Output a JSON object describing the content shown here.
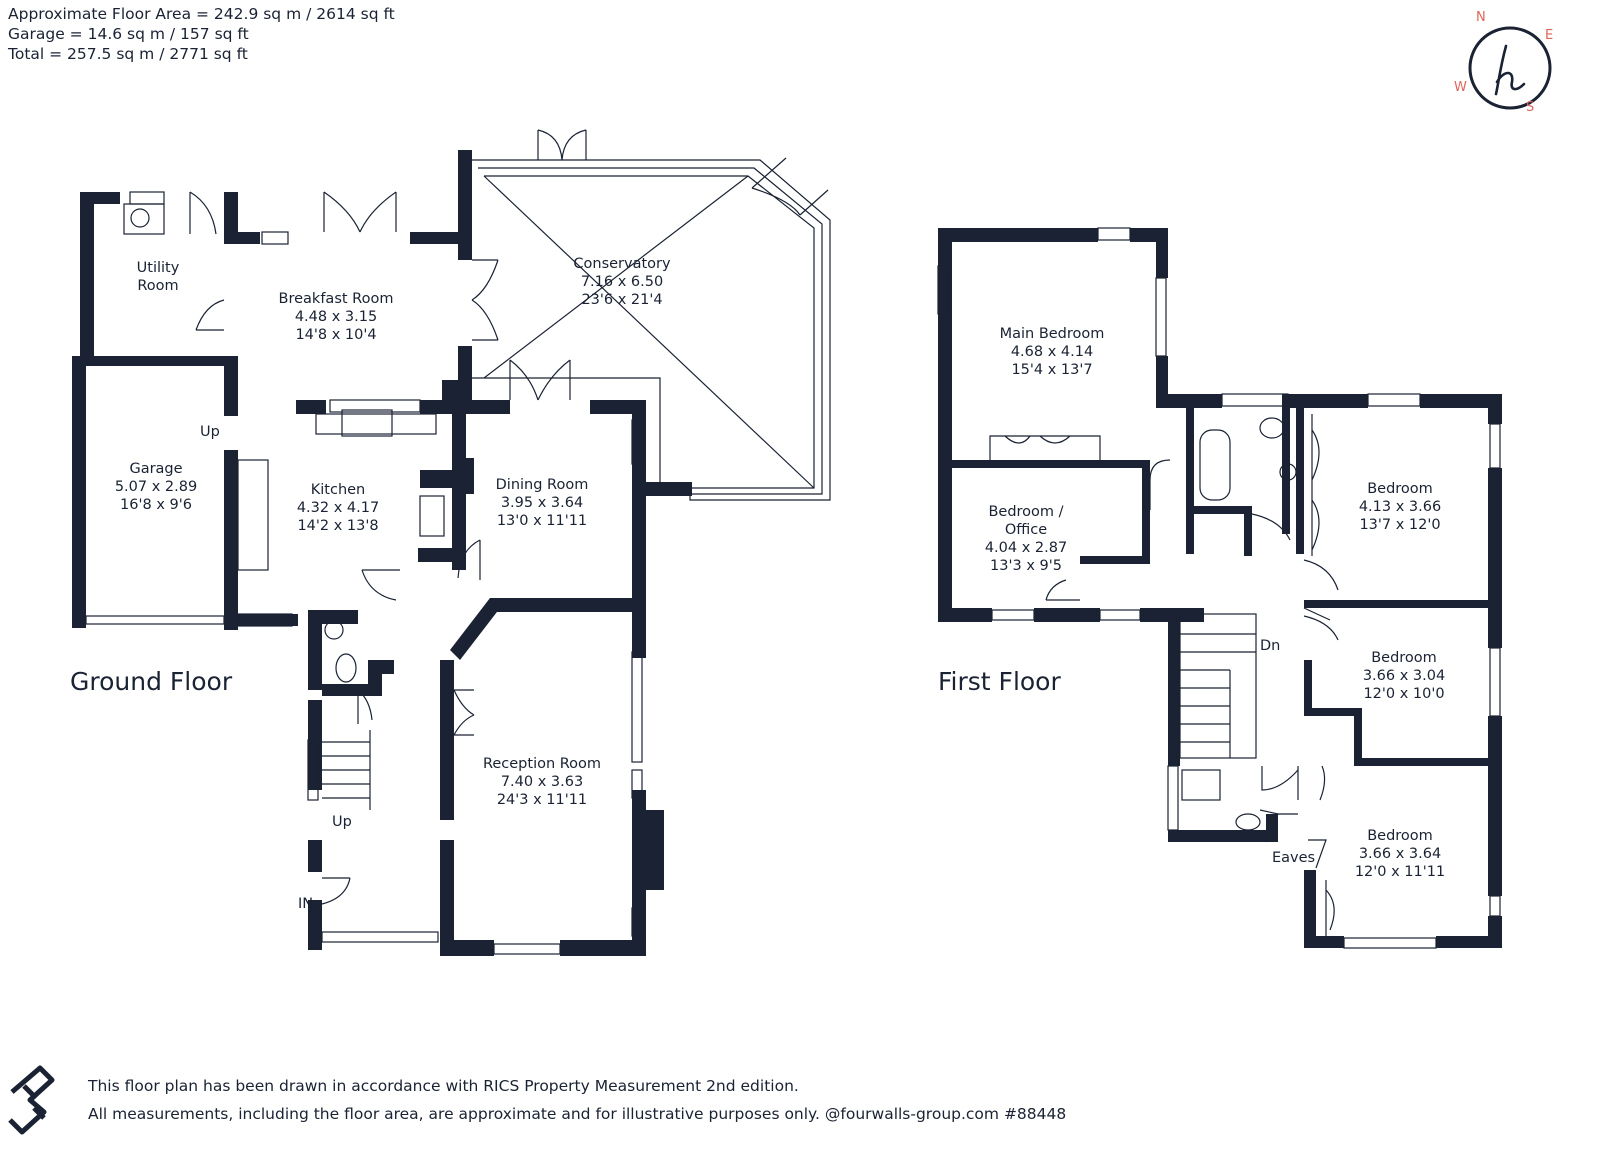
{
  "summary": {
    "floor_area": "Approximate Floor Area = 242.9 sq m / 2614 sq ft",
    "garage": "Garage = 14.6 sq m / 157 sq ft",
    "total": "Total = 257.5 sq m / 2771 sq ft"
  },
  "compass": {
    "n": "N",
    "e": "E",
    "s": "S",
    "w": "W",
    "logo_letter": "h"
  },
  "colors": {
    "wall": "#1a2233",
    "window": "#1a2233",
    "compass": "#e0645a"
  },
  "ground_floor": {
    "title": "Ground Floor",
    "rooms": {
      "utility": {
        "name1": "Utility",
        "name2": "Room"
      },
      "breakfast": {
        "name": "Breakfast Room",
        "metric": "4.48 x 3.15",
        "imperial": "14'8 x 10'4"
      },
      "conservatory": {
        "name": "Conservatory",
        "metric": "7.16 x 6.50",
        "imperial": "23'6 x 21'4"
      },
      "garage": {
        "name": "Garage",
        "metric": "5.07 x 2.89",
        "imperial": "16'8 x 9'6"
      },
      "kitchen": {
        "name": "Kitchen",
        "metric": "4.32 x 4.17",
        "imperial": "14'2 x 13'8"
      },
      "dining": {
        "name": "Dining Room",
        "metric": "3.95 x 3.64",
        "imperial": "13'0 x 11'11"
      },
      "reception": {
        "name": "Reception Room",
        "metric": "7.40 x 3.63",
        "imperial": "24'3 x 11'11"
      }
    },
    "labels": {
      "up_garage": "Up",
      "up_stairs": "Up",
      "in": "IN"
    }
  },
  "first_floor": {
    "title": "First Floor",
    "rooms": {
      "main_bedroom": {
        "name": "Main Bedroom",
        "metric": "4.68 x 4.14",
        "imperial": "15'4 x 13'7"
      },
      "bedroom_office": {
        "name1": "Bedroom /",
        "name2": "Office",
        "metric": "4.04 x 2.87",
        "imperial": "13'3 x 9'5"
      },
      "bedroom_a": {
        "name": "Bedroom",
        "metric": "4.13 x 3.66",
        "imperial": "13'7 x 12'0"
      },
      "bedroom_b": {
        "name": "Bedroom",
        "metric": "3.66 x 3.04",
        "imperial": "12'0 x 10'0"
      },
      "bedroom_c": {
        "name": "Bedroom",
        "metric": "3.66 x 3.64",
        "imperial": "12'0 x 11'11"
      }
    },
    "labels": {
      "dn": "Dn",
      "eaves": "Eaves"
    }
  },
  "footer": {
    "line1": "This floor plan has been drawn in accordance with RICS Property Measurement 2nd edition.",
    "line2": "All measurements, including the floor area, are approximate and for illustrative purposes only. @fourwalls-group.com #88448"
  }
}
